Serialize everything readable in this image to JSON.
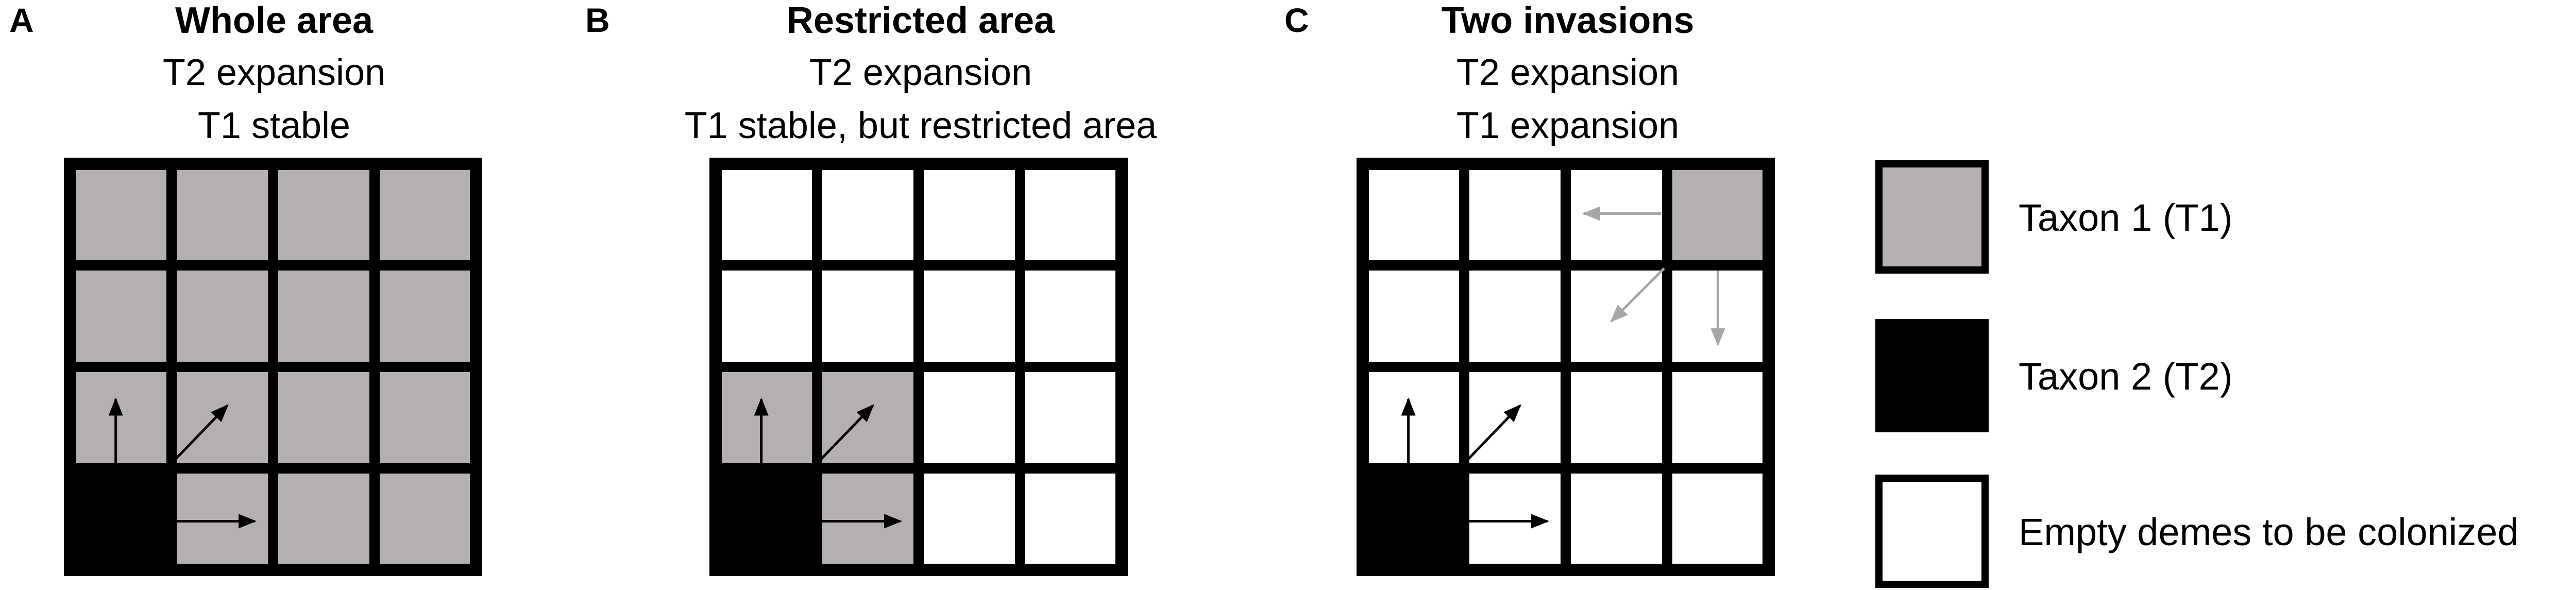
{
  "panels": [
    {
      "letter": "A",
      "title": "Whole area",
      "lines": [
        "T2 expansion",
        "T1 stable"
      ],
      "grid": [
        [
          "T1",
          "T1",
          "T1",
          "T1"
        ],
        [
          "T1",
          "T1",
          "T1",
          "T1"
        ],
        [
          "T1",
          "T1",
          "T1",
          "T1"
        ],
        [
          "T2",
          "T1",
          "T1",
          "T1"
        ]
      ],
      "arrows": [
        {
          "row": 3,
          "col": 0,
          "dir": "up",
          "color": "black"
        },
        {
          "row": 3,
          "col": 0,
          "dir": "up-right",
          "color": "black"
        },
        {
          "row": 3,
          "col": 0,
          "dir": "right",
          "color": "black"
        }
      ]
    },
    {
      "letter": "B",
      "title": "Restricted area",
      "lines": [
        "T2 expansion",
        "T1 stable, but restricted area"
      ],
      "grid": [
        [
          "empty",
          "empty",
          "empty",
          "empty"
        ],
        [
          "empty",
          "empty",
          "empty",
          "empty"
        ],
        [
          "T1",
          "T1",
          "empty",
          "empty"
        ],
        [
          "T2",
          "T1",
          "empty",
          "empty"
        ]
      ],
      "arrows": [
        {
          "row": 3,
          "col": 0,
          "dir": "up",
          "color": "black"
        },
        {
          "row": 3,
          "col": 0,
          "dir": "up-right",
          "color": "black"
        },
        {
          "row": 3,
          "col": 0,
          "dir": "right",
          "color": "black"
        }
      ]
    },
    {
      "letter": "C",
      "title": "Two invasions",
      "lines": [
        "T2 expansion",
        "T1 expansion"
      ],
      "grid": [
        [
          "empty",
          "empty",
          "empty",
          "T1"
        ],
        [
          "empty",
          "empty",
          "empty",
          "empty"
        ],
        [
          "empty",
          "empty",
          "empty",
          "empty"
        ],
        [
          "T2",
          "empty",
          "empty",
          "empty"
        ]
      ],
      "arrows": [
        {
          "row": 3,
          "col": 0,
          "dir": "up",
          "color": "black"
        },
        {
          "row": 3,
          "col": 0,
          "dir": "up-right",
          "color": "black"
        },
        {
          "row": 3,
          "col": 0,
          "dir": "right",
          "color": "black"
        },
        {
          "row": 0,
          "col": 3,
          "dir": "left",
          "color": "gray"
        },
        {
          "row": 0,
          "col": 3,
          "dir": "down-left",
          "color": "gray"
        },
        {
          "row": 0,
          "col": 3,
          "dir": "down",
          "color": "gray"
        }
      ]
    }
  ],
  "legend": [
    {
      "kind": "T1",
      "label": "Taxon 1 (T1)"
    },
    {
      "kind": "T2",
      "label": "Taxon 2 (T2)"
    },
    {
      "kind": "empty",
      "label": "Empty demes to be colonized"
    }
  ],
  "colors": {
    "T1": "#b3b0af",
    "T2": "#000000",
    "empty": "#ffffff",
    "border": "#000000",
    "arrow_black": "#000000",
    "arrow_gray": "#a6a6a6"
  }
}
